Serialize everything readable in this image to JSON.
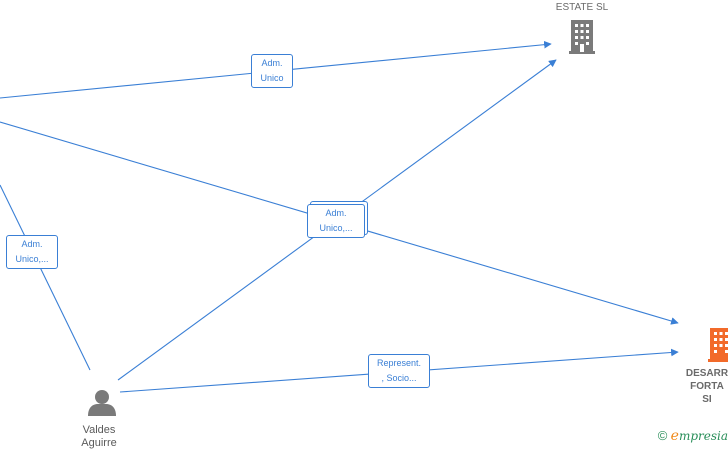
{
  "nodes": {
    "company_top": {
      "name": "ESTATE SL",
      "icon": "building-icon",
      "color": "#7a7a7a"
    },
    "company_right": {
      "name": "DESARR\nFORTA\nSI",
      "icon": "building-icon",
      "color": "#f26a2a"
    },
    "person": {
      "name": "Valdes\nAguirre",
      "icon": "person-icon",
      "color": "#7a7a7a"
    }
  },
  "edges": [
    {
      "id": "e1",
      "label": "Adm.\nUnico"
    },
    {
      "id": "e2",
      "label": "Adm.\nUnico,..."
    },
    {
      "id": "e3",
      "label": "Adm.\nUnico,..."
    },
    {
      "id": "e4",
      "label": "Represent.\n, Socio..."
    }
  ],
  "footer": {
    "copyright": "©",
    "brand_first": "e",
    "brand_rest": "mpresia"
  },
  "colors": {
    "edge": "#3a7fd5",
    "company_highlight": "#f26a2a",
    "node_gray": "#7a7a7a",
    "brand_green": "#2a8f5a",
    "brand_orange": "#f08a1c"
  }
}
